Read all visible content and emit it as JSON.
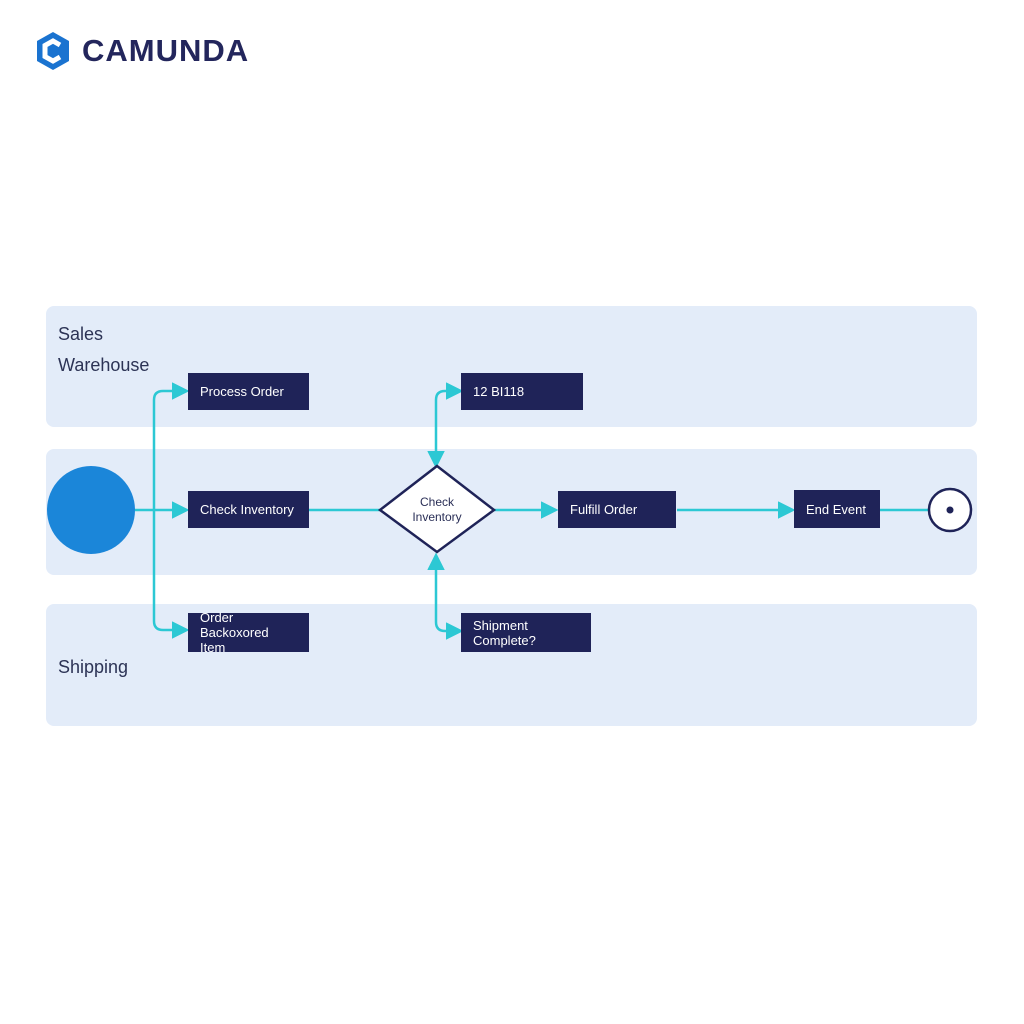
{
  "brand": {
    "name": "CAMUNDA"
  },
  "lanes": {
    "sales": "Sales",
    "warehouse": "Warehouse",
    "shipping": "Shipping"
  },
  "tasks": {
    "process_order": "Process Order",
    "check_inventory": "Check Inventory",
    "order_backordered": "Order Backoxored Item",
    "unknown_task": "12 BI118",
    "fulfill_order": "Fulfill Order",
    "end_event": "End Event",
    "shipment_complete": "Shipment Complete?"
  },
  "gateway": {
    "label": "Check Inventory"
  },
  "colors": {
    "brand": "#23265c",
    "logo_mark": "#1a73d0",
    "lane_fill": "#e3ecf9",
    "task_fill": "#1f2358",
    "flow_line": "#2cc8d4",
    "start_event": "#1b86d9"
  },
  "icons": {
    "logo": "camunda-hexagon-logo",
    "start": "start-event-circle",
    "end": "end-event-circle"
  }
}
